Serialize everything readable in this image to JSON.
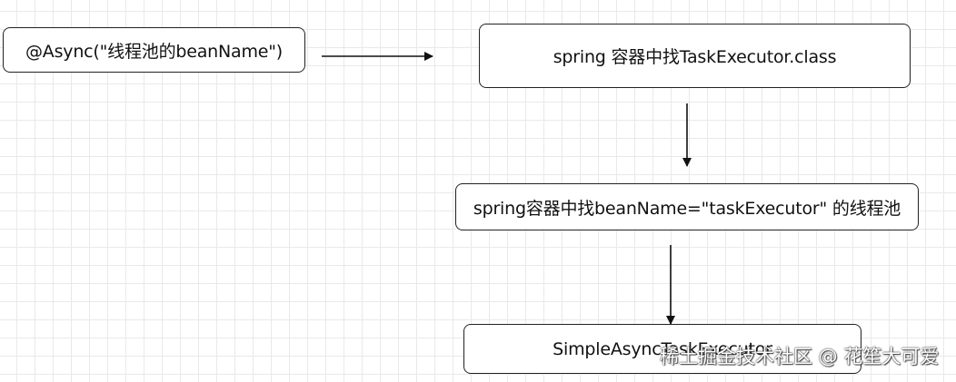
{
  "nodes": {
    "async_annotation": "@Async(\"线程池的beanName\")",
    "find_by_class": "spring 容器中找TaskExecutor.class",
    "find_by_name": "spring容器中找beanName=\"taskExecutor\" 的线程池",
    "fallback": "SimpleAsyncTaskExecutor"
  },
  "watermark": "稀土掘金技术社区 @ 花笙大可爱"
}
